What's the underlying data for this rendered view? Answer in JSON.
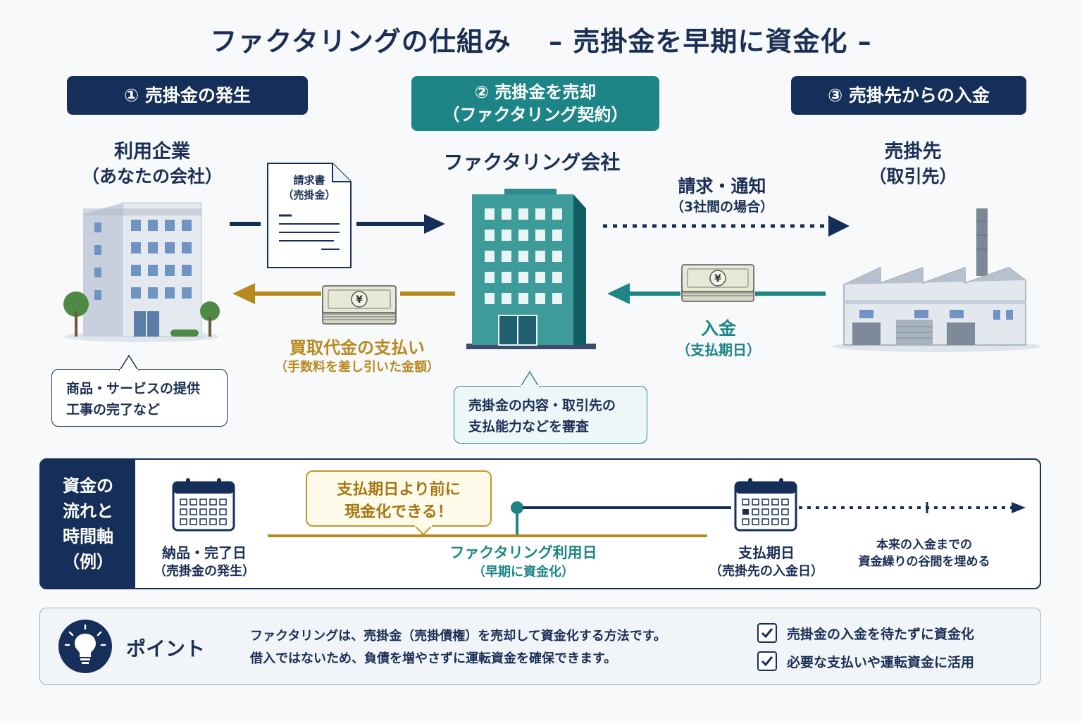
{
  "title": "ファクタリングの仕組み　 – 売掛金を早期に資金化 –",
  "steps": {
    "s1": "① 売掛金の発生",
    "s2_line1": "② 売掛金を売却",
    "s2_line2": "（ファクタリング契約）",
    "s3": "③ 売掛先からの入金"
  },
  "entities": {
    "client_line1": "利用企業",
    "client_line2": "（あなたの会社）",
    "factor": "ファクタリング会社",
    "debtor_line1": "売掛先",
    "debtor_line2": "（取引先）"
  },
  "invoice": {
    "line1": "請求書",
    "line2": "（売掛金）"
  },
  "flows": {
    "notify_line1": "請求・通知",
    "notify_line2": "（3社間の場合）",
    "purchase_line1": "買取代金の支払い",
    "purchase_line2": "（手数料を差し引いた金額）",
    "payment_line1": "入金",
    "payment_line2": "（支払期日）"
  },
  "bubbles": {
    "client_line1": "商品・サービスの提供",
    "client_line2": "工事の完了など",
    "factor_line1": "売掛金の内容・取引先の",
    "factor_line2": "支払能力などを審査"
  },
  "timeline": {
    "side": [
      "資金の",
      "流れと",
      "時間軸",
      "（例）"
    ],
    "delivery_line1": "納品・完了日",
    "delivery_line2": "（売掛金の発生）",
    "callout_line1": "支払期日より前に",
    "callout_line2": "現金化できる！",
    "usage_line1": "ファクタリング利用日",
    "usage_line2": "（早期に資金化）",
    "due_line1": "支払期日",
    "due_line2": "（売掛先の入金日）",
    "gap_line1": "本来の入金までの",
    "gap_line2": "資金繰りの谷間を埋める"
  },
  "point": {
    "label": "ポイント",
    "text_line1": "ファクタリングは、売掛金（売掛債権）を売却して資金化する方法です。",
    "text_line2": "借入ではないため、負債を増やさずに運転資金を確保できます。",
    "check1": "売掛金の入金を待たずに資金化",
    "check2": "必要な支払いや運転資金に活用"
  },
  "colors": {
    "navy": "#162f5a",
    "teal": "#1e8586",
    "gold": "#b8891f"
  },
  "icons": [
    "office-building-icon",
    "invoice-document-icon",
    "yen-banknote-icon",
    "factory-icon",
    "calendar-icon",
    "lightbulb-icon",
    "checkbox-icon"
  ]
}
